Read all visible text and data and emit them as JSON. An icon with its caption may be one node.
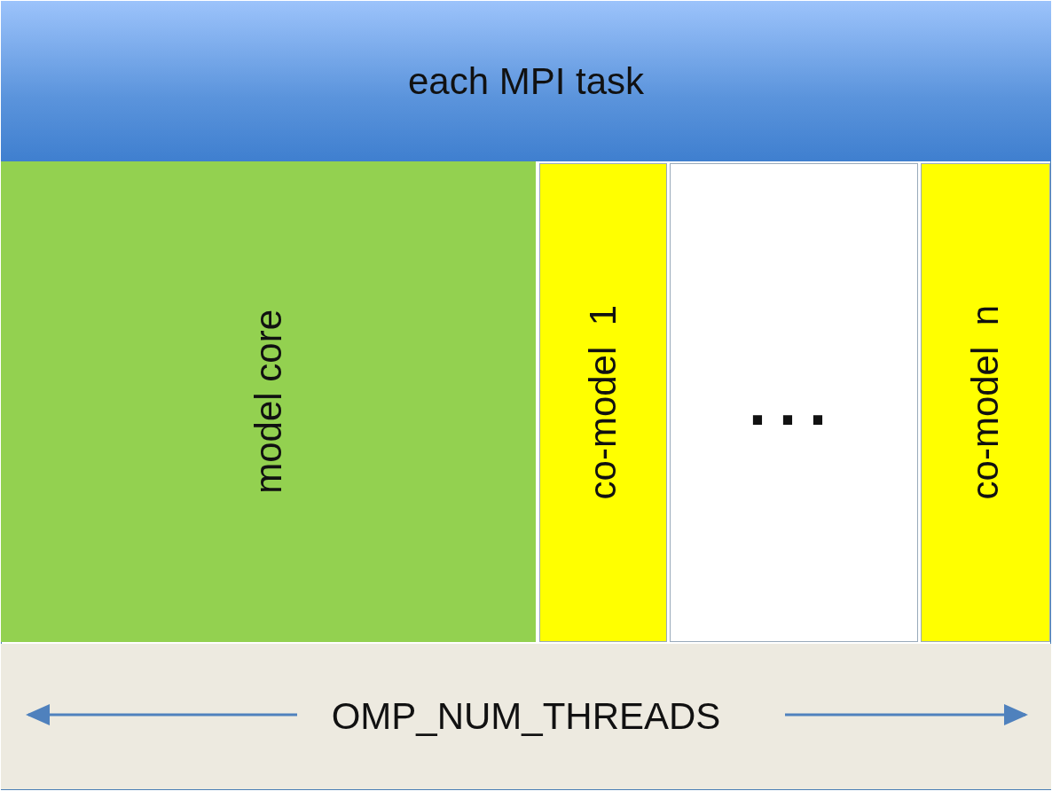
{
  "diagram": {
    "nodes": [
      {
        "text": [
          "each MPI task"
        ]
      },
      {
        "text": [
          "model core"
        ]
      },
      {
        "text": [
          "co-model  1"
        ]
      },
      {
        "text": [
          "..."
        ]
      },
      {
        "text": [
          "co-model  n"
        ]
      },
      {
        "text": [
          "OMP_NUM_THREADS"
        ]
      }
    ]
  }
}
